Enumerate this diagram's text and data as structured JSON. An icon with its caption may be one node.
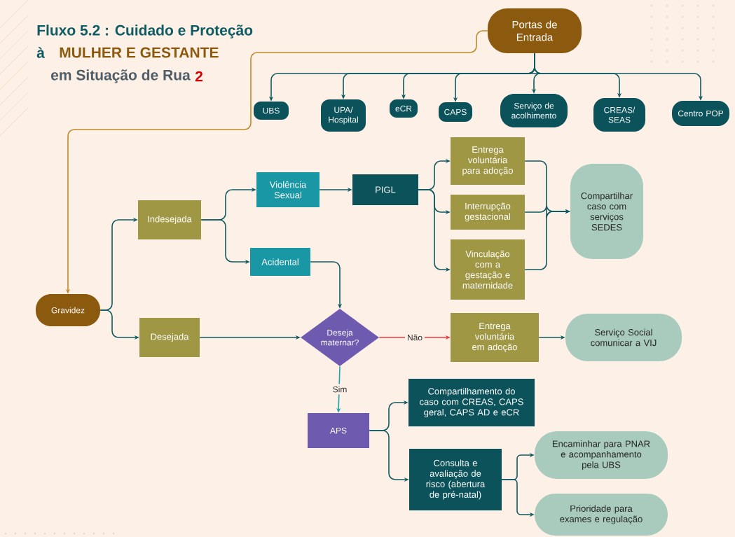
{
  "diagram": {
    "title": "Fluxo 5.2 : Cuidado e Proteção",
    "labels": [
      "à",
      "MULHER E GESTANTE",
      "em Situação de Rua",
      "2"
    ],
    "nodes": [
      {
        "text": [
          "Portas de Entrada"
        ]
      },
      {
        "text": [
          "UBS"
        ]
      },
      {
        "text": [
          "UPA/ Hospital"
        ]
      },
      {
        "text": [
          "eCR"
        ]
      },
      {
        "text": [
          "CAPS"
        ]
      },
      {
        "text": [
          "Serviço de acolhimento"
        ]
      },
      {
        "text": [
          "CREAS/ SEAS"
        ]
      },
      {
        "text": [
          "Centro POP"
        ]
      },
      {
        "text": [
          "Gravidez"
        ]
      },
      {
        "text": [
          "Indesejada"
        ]
      },
      {
        "text": [
          "Desejada"
        ]
      },
      {
        "text": [
          "Violência Sexual"
        ]
      },
      {
        "text": [
          "Acidental"
        ]
      },
      {
        "text": [
          "PIGL"
        ]
      },
      {
        "text": [
          "Entrega voluntária para adoção"
        ]
      },
      {
        "text": [
          "Interrupção gestacional"
        ]
      },
      {
        "text": [
          "Vinculação com a gestação e maternidade"
        ]
      },
      {
        "text": [
          "Compartilhar caso com serviços SEDES"
        ]
      },
      {
        "text": [
          "Deseja maternar?"
        ]
      },
      {
        "text": [
          "Entrega voluntária em adoção"
        ]
      },
      {
        "text": [
          "Serviço Social comunicar a VIJ"
        ]
      },
      {
        "text": [
          "APS"
        ]
      },
      {
        "text": [
          "Compartilhamento do caso com CREAS, CAPS geral, CAPS AD e eCR"
        ]
      },
      {
        "text": [
          "Consulta e avaliação de risco (abertura de pré-natal)"
        ]
      },
      {
        "text": [
          "Encaminhar para PNAR e acompanhamento pela UBS"
        ]
      },
      {
        "text": [
          "Prioridade para exames e regulação"
        ]
      }
    ],
    "edges": [
      {
        "from": 0,
        "to": 1,
        "arrow": "to"
      },
      {
        "from": 0,
        "to": 2,
        "arrow": "to"
      },
      {
        "from": 0,
        "to": 3,
        "arrow": "to"
      },
      {
        "from": 0,
        "to": 4,
        "arrow": "to"
      },
      {
        "from": 0,
        "to": 5,
        "arrow": "to"
      },
      {
        "from": 0,
        "to": 6,
        "arrow": "to"
      },
      {
        "from": 0,
        "to": 7,
        "arrow": "to"
      },
      {
        "from": 0,
        "to": 8,
        "arrow": "to",
        "color": "#c08a2a"
      },
      {
        "from": 8,
        "to": 9,
        "arrow": "to"
      },
      {
        "from": 8,
        "to": 10,
        "arrow": "to"
      },
      {
        "from": 9,
        "to": 11,
        "arrow": "to"
      },
      {
        "from": 9,
        "to": 12,
        "arrow": "to"
      },
      {
        "from": 11,
        "to": 13,
        "arrow": "to"
      },
      {
        "from": 13,
        "to": 14,
        "arrow": "to"
      },
      {
        "from": 13,
        "to": 15,
        "arrow": "to"
      },
      {
        "from": 13,
        "to": 16,
        "arrow": "to"
      },
      {
        "from": 14,
        "to": 17,
        "arrow": "to"
      },
      {
        "from": 15,
        "to": 17,
        "arrow": "to"
      },
      {
        "from": 16,
        "to": 17,
        "arrow": "to"
      },
      {
        "from": 12,
        "to": 18,
        "arrow": "to"
      },
      {
        "from": 10,
        "to": 18,
        "arrow": "to"
      },
      {
        "from": 18,
        "to": 19,
        "arrow": "to",
        "label": "Não",
        "color": "#ee3b3b"
      },
      {
        "from": 19,
        "to": 20,
        "arrow": "to"
      },
      {
        "from": 18,
        "to": 21,
        "arrow": "to",
        "label": "Sim",
        "color": "#1fa3ad"
      },
      {
        "from": 21,
        "to": 22,
        "arrow": "to"
      },
      {
        "from": 21,
        "to": 23,
        "arrow": "to"
      },
      {
        "from": 23,
        "to": 24,
        "arrow": "to"
      },
      {
        "from": 23,
        "to": 25,
        "arrow": "to"
      }
    ]
  }
}
